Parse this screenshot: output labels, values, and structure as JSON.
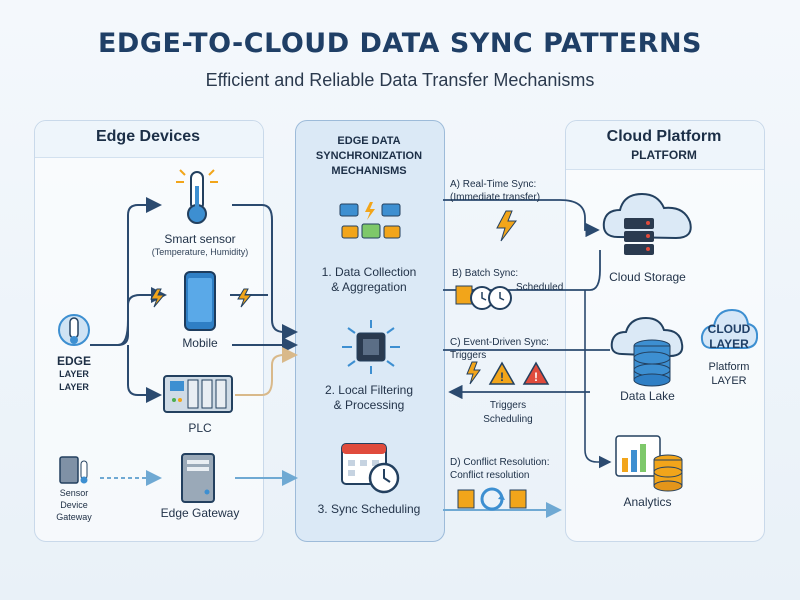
{
  "title": "EDGE-TO-CLOUD DATA SYNC PATTERNS",
  "subtitle": "Efficient and Reliable Data Transfer Mechanisms",
  "edge": {
    "header": "Edge Devices",
    "layer_label": [
      "EDGE",
      "LAYER",
      "LAYER"
    ],
    "smart_sensor": "Smart sensor",
    "smart_sensor_detail": "(Temperature, Humidity)",
    "mobile": "Mobile",
    "plc": "PLC",
    "edge_gateway": "Edge Gateway",
    "sensor_gateway_label": [
      "Sensor",
      "Device",
      "Gateway"
    ]
  },
  "mechanisms": {
    "header": [
      "EDGE DATA",
      "SYNCHRONIZATION",
      "MECHANISMS"
    ],
    "step1": [
      "1. Data Collection",
      "& Aggregation"
    ],
    "step2": [
      "2. Local Filtering",
      "& Processing"
    ],
    "step3": "3. Sync Scheduling"
  },
  "sync_types": {
    "a_title": "A) Real-Time Sync:",
    "a_detail": "(Immediate transfer)",
    "b_title": "B) Batch Sync:",
    "b_detail": "Scheduled",
    "c_title": "C) Event-Driven Sync:",
    "c_detail": "Triggers",
    "c_detail2": [
      "Triggers",
      "Scheduling"
    ],
    "d_title": "D) Conflict Resolution:",
    "d_detail": "Conflict resolution"
  },
  "cloud": {
    "header": "Cloud Platform",
    "header_sub": "PLATFORM",
    "storage": "Cloud Storage",
    "data_lake": "Data Lake",
    "analytics": "Analytics",
    "layer_label": [
      "CLOUD",
      "LAYER"
    ],
    "platform_label": [
      "Platform",
      "LAYER"
    ]
  },
  "colors": {
    "primary": "#1f3f66",
    "arrow": "#2b4a6f",
    "arrow_light": "#7fb5d8",
    "accent_orange": "#f2a51a",
    "accent_blue": "#3d8fd1"
  }
}
